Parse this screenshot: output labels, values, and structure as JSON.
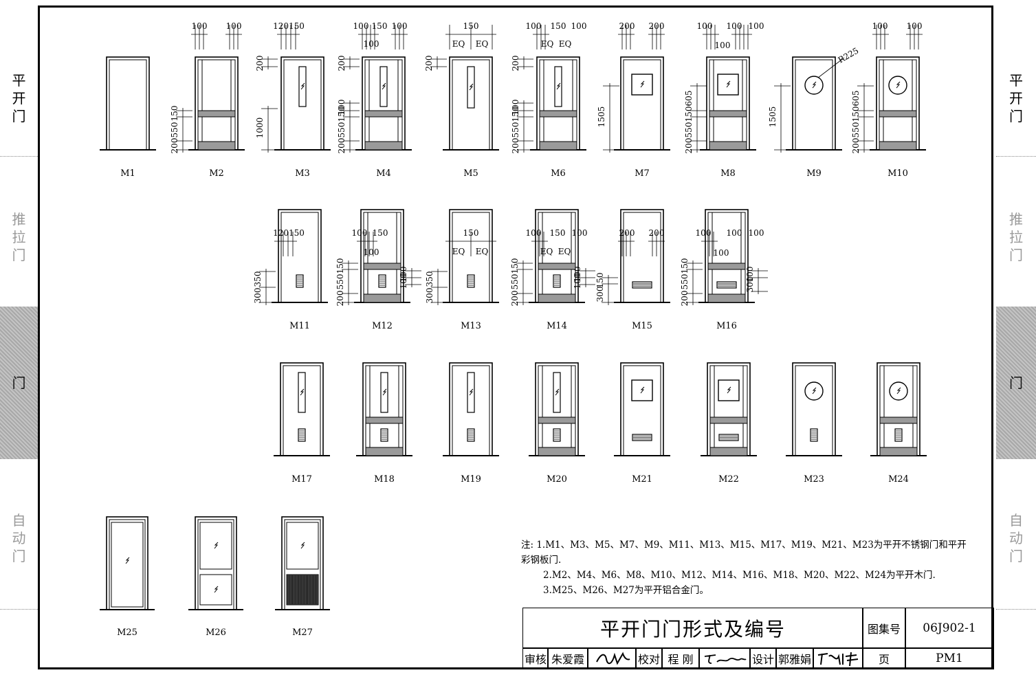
{
  "side_tabs_left": [
    {
      "label": "平开门",
      "state": "normal"
    },
    {
      "label": "推拉门",
      "state": "dim"
    },
    {
      "label": "门",
      "state": "active"
    },
    {
      "label": "自动门",
      "state": "dim"
    }
  ],
  "side_tabs_right": [
    {
      "label": "平开门",
      "state": "normal"
    },
    {
      "label": "推拉门",
      "state": "dim"
    },
    {
      "label": "门",
      "state": "active"
    },
    {
      "label": "自动门",
      "state": "dim"
    }
  ],
  "doors": {
    "row1": [
      "M1",
      "M2",
      "M3",
      "M4",
      "M5",
      "M6",
      "M7",
      "M8",
      "M9",
      "M10"
    ],
    "row2": [
      "M11",
      "M12",
      "M13",
      "M14",
      "M15",
      "M16"
    ],
    "row3": [
      "M17",
      "M18",
      "M19",
      "M20",
      "M21",
      "M22",
      "M23",
      "M24"
    ],
    "row4": [
      "M25",
      "M26",
      "M27"
    ]
  },
  "dims": {
    "d100": "100",
    "d120": "120",
    "d150": "150",
    "d200": "200",
    "d300": "300",
    "d350": "350",
    "d550": "550",
    "d605": "605",
    "d1000": "1000",
    "d1505": "1505",
    "eq": "EQ",
    "r225": "R225"
  },
  "notes": {
    "line1": "注: 1.M1、M3、M5、M7、M9、M11、M13、M15、M17、M19、M21、M23为平开不锈钢门和平开",
    "line2": "彩钢板门.",
    "line3": "2.M2、M4、M6、M8、M10、M12、M14、M16、M18、M20、M22、M24为平开木门.",
    "line4": "3.M25、M26、M27为平开铝合金门。"
  },
  "title_block": {
    "title": "平开门门形式及编号",
    "atlas_label": "图集号",
    "atlas_no": "06J902-1",
    "page_label": "页",
    "page_no": "PM1",
    "review_label": "审核",
    "reviewer": "朱爱霞",
    "check_label": "校对",
    "checker": "程 刚",
    "design_label": "设计",
    "designer": "郭雅娟"
  },
  "colors": {
    "line": "#000000",
    "fill": "#9a9a9a",
    "dim_tab": "#999999"
  }
}
